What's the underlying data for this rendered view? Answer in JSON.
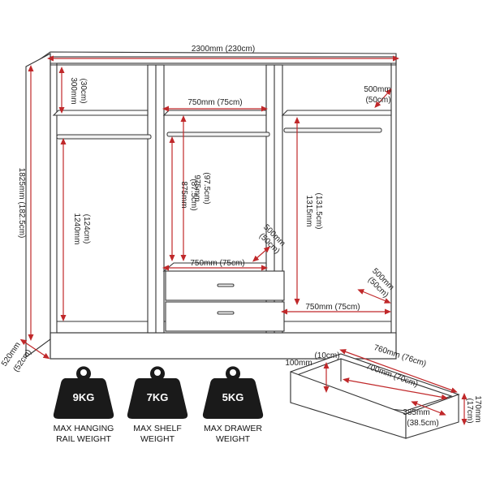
{
  "dimensions": {
    "width": "2300mm (230cm)",
    "height": "1825mm (182.5cm)",
    "depth_mm": "520mm",
    "depth_cm": "(52cm)",
    "top_shelf_mm": "300mm",
    "top_shelf_cm": "(30cm)",
    "right_shelf_depth_mm": "500mm",
    "right_shelf_depth_cm": "(50cm)",
    "center_shelf_width": "750mm (75cm)",
    "left_hanging_mm": "1240mm",
    "left_hanging_cm": "(124cm)",
    "center_hanging_975_mm": "975mm",
    "center_hanging_975_cm": "(97.5cm)",
    "center_hanging_875_mm": "875mm",
    "center_hanging_875_cm": "(87.5cm)",
    "right_hanging_mm": "1315mm",
    "right_hanging_cm": "(131.5cm)",
    "center_base_depth_mm": "500mm",
    "center_base_depth_cm": "(50cm)",
    "center_base_width": "750mm (75cm)",
    "right_base_depth_mm": "500mm",
    "right_base_depth_cm": "(50cm)",
    "right_base_width": "750mm (75cm)"
  },
  "drawer": {
    "outer_width": "760mm (76cm)",
    "inner_width": "700mm (70cm)",
    "depth_mm": "100mm",
    "depth_cm": "(10cm)",
    "height_mm": "170mm",
    "height_cm": "(17cm)",
    "inner_depth_mm": "385mm",
    "inner_depth_cm": "(38.5cm)"
  },
  "weights": [
    {
      "value": "9KG",
      "line1": "MAX HANGING",
      "line2": "RAIL WEIGHT"
    },
    {
      "value": "7KG",
      "line1": "MAX SHELF",
      "line2": "WEIGHT"
    },
    {
      "value": "5KG",
      "line1": "MAX DRAWER",
      "line2": "WEIGHT"
    }
  ],
  "colors": {
    "arrow": "#c0282a",
    "outline": "#333333",
    "weight_icon": "#1a1a1a"
  }
}
